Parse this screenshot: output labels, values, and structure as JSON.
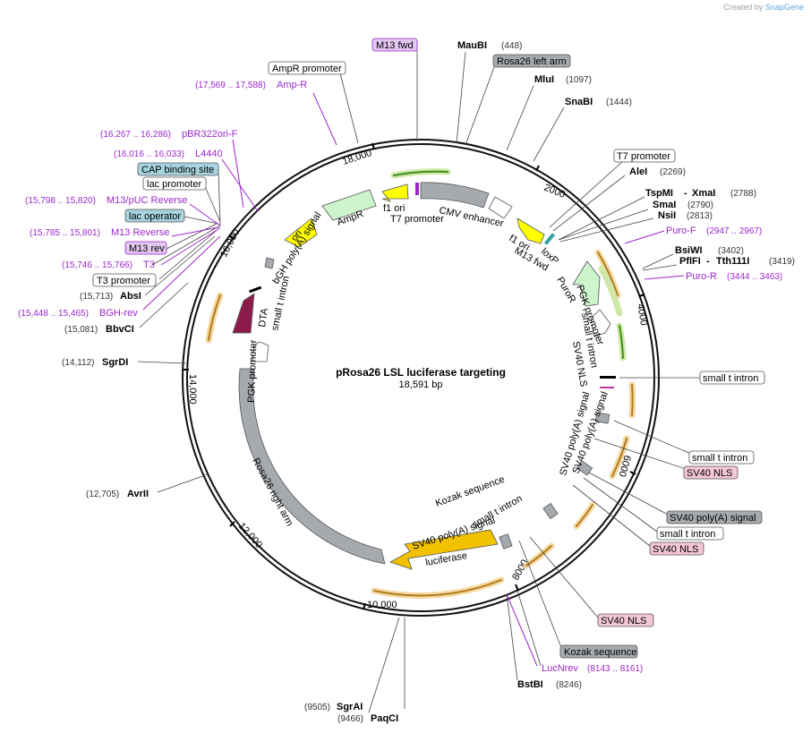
{
  "credit": {
    "prefix": "Created by",
    "brand": "SnapGene"
  },
  "plasmid": {
    "name": "pRosa26 LSL luciferase targeting",
    "length": "18,591 bp"
  },
  "ticks": [
    "2000",
    "4000",
    "6000",
    "8000",
    "10,000",
    "12,000",
    "14,000",
    "16,000",
    "18,000"
  ],
  "enzymes": [
    {
      "name": "MauBI",
      "pos": "(448)"
    },
    {
      "name": "MluI",
      "pos": "(1097)"
    },
    {
      "name": "SnaBI",
      "pos": "(1444)"
    },
    {
      "name": "AleI",
      "pos": "(2269)"
    },
    {
      "name": "TspMI",
      "name2": "XmaI",
      "pos": "(2788)"
    },
    {
      "name": "SmaI",
      "pos": "(2790)"
    },
    {
      "name": "NsiI",
      "pos": "(2813)"
    },
    {
      "name": "BsiWI",
      "pos": "(3402)"
    },
    {
      "name": "PflFI",
      "name2": "Tth111I",
      "pos": "(3419)"
    },
    {
      "name": "BstBI",
      "pos": "(8246)"
    },
    {
      "name": "PaqCI",
      "pos": "(9466)"
    },
    {
      "name": "SgrAI",
      "pos": "(9505)"
    },
    {
      "name": "AvrII",
      "pos": "(12,705)"
    },
    {
      "name": "SgrDI",
      "pos": "(14,112)"
    },
    {
      "name": "BbvCI",
      "pos": "(15,081)"
    },
    {
      "name": "AbsI",
      "pos": "(15,713)"
    }
  ],
  "primers": [
    {
      "name": "Amp-R",
      "pos": "(17,569 .. 17,588)"
    },
    {
      "name": "pBR322ori-F",
      "pos": "(16,267 .. 16,286)"
    },
    {
      "name": "L4440",
      "pos": "(16,016 .. 16,033)"
    },
    {
      "name": "M13/pUC Reverse",
      "pos": "(15,798 .. 15,820)"
    },
    {
      "name": "M13 Reverse",
      "pos": "(15,785 .. 15,801)"
    },
    {
      "name": "T3",
      "pos": "(15,746 .. 15,766)"
    },
    {
      "name": "BGH-rev",
      "pos": "(15,448 .. 15,465)"
    },
    {
      "name": "Puro-F",
      "pos": "(2947 .. 2967)"
    },
    {
      "name": "Puro-R",
      "pos": "(3444 .. 3463)"
    },
    {
      "name": "LucNrev",
      "pos": "(8143 .. 8161)"
    }
  ],
  "callouts": {
    "m13fwd": "M13 fwd",
    "rosa26left": "Rosa26 left arm",
    "t7promoter": "T7 promoter",
    "ampr_promoter": "AmpR promoter",
    "cap": "CAP binding site",
    "lacpromoter": "lac promoter",
    "lacoperator": "lac operator",
    "m13rev": "M13 rev",
    "t3promoter": "T3 promoter",
    "sti1": "small t intron",
    "sti2": "small t intron",
    "sti3": "small t intron",
    "nls1": "SV40 NLS",
    "nls2": "SV40 NLS",
    "nls3": "SV40 NLS",
    "polya": "SV40 poly(A) signal",
    "kozak": "Kozak sequence"
  },
  "features": {
    "f1ori_a": "f1 ori",
    "t7_a": "T7 promoter",
    "cmv": "CMV enhancer",
    "f1ori_b": "f1 ori",
    "m13fwd_b": "M13 fwd",
    "loxp": "loxP",
    "puror": "PuroR",
    "pgk_a": "PGK promoter",
    "sv40nls": "SV40 NLS",
    "sti_in": "small t intron",
    "polya_1": "SV40 poly(A) signal",
    "polya_2": "SV40 poly(A) signal",
    "sti_4": "small t intron",
    "polya_3": "SV40 poly(A) signal",
    "kozak_in": "Kozak sequence",
    "luciferase": "luciferase",
    "rosa26right": "Rosa26 right arm",
    "pgk_b": "PGK promoter",
    "dta": "DTA",
    "sti_5": "small t intron",
    "bgh": "bGH poly(A) signal",
    "ori": "ori",
    "ampr": "AmpR"
  },
  "colors": {
    "primer": "#9b27c9",
    "orf": "#f2c200",
    "backbone": "#a6aaaf",
    "accent": "#5aa9d6"
  }
}
